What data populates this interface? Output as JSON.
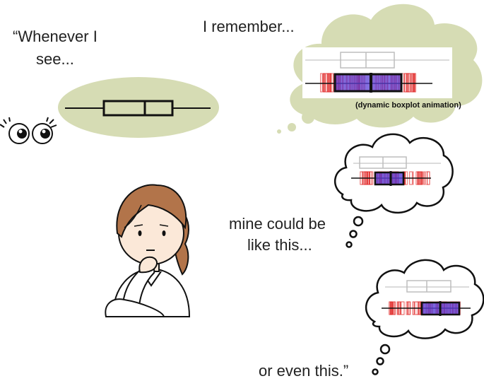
{
  "captions": {
    "whenever_line1": "“Whenever I",
    "whenever_line2": "see...",
    "remember": "I remember...",
    "mine_line1": "mine could be",
    "mine_line2": "like this...",
    "even": "or even this.”",
    "animation_note": "(dynamic boxplot animation)"
  },
  "colors": {
    "blob": "#d6dcb4",
    "box_fill": "#5a3fd6",
    "strip": "#e0201f",
    "ghost_box": "#bdbdbd",
    "ink": "#111111",
    "skin": "#fbe8d8",
    "hair": "#b2744a"
  },
  "icons": [
    "eyes-icon",
    "thinking-girl-illustration",
    "thought-bubble-icon"
  ]
}
